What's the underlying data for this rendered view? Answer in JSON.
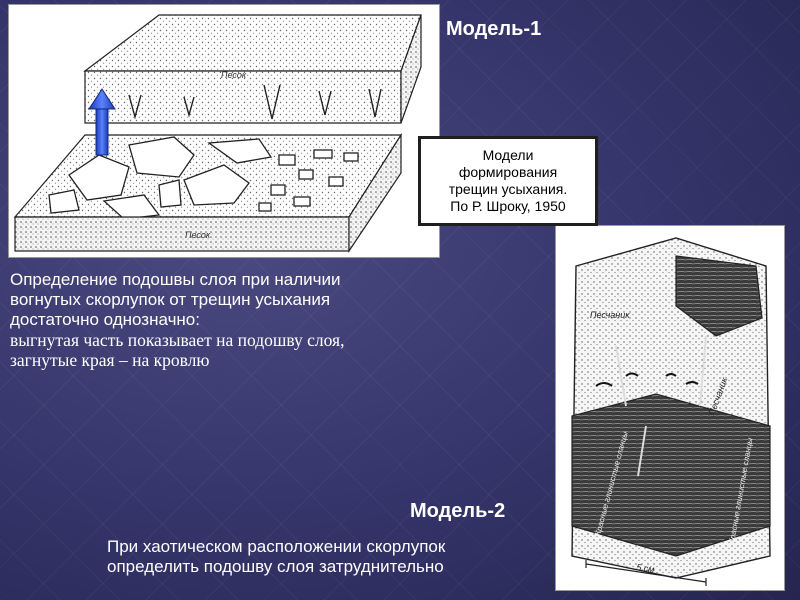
{
  "model1": {
    "title": "Модель-1",
    "labels": {
      "top_layer": "Песок",
      "bottom_layer": "Песок"
    }
  },
  "caption": {
    "lines": [
      "Модели",
      "формирования",
      "трещин усыхания.",
      "По Р. Шроку, 1950"
    ]
  },
  "model2": {
    "title": "Модель-2",
    "labels": {
      "sandstone_left": "Песчаник",
      "sandstone_right": "Песчаник",
      "shale_1": "Красные глинистые сланцы",
      "shale_2": "Красные глинистые сланцы",
      "scale": "5 см"
    }
  },
  "text1": {
    "lines": [
      "Определение подошвы слоя при наличии",
      "вогнутых скорлупок от трещин усыхания",
      "достаточно однозначно:",
      "выгнутая часть показывает на подошву слоя,",
      "загнутые края – на кровлю"
    ]
  },
  "text2": {
    "lines": [
      "При хаотическом расположении скорлупок",
      "определить подошву слоя затруднительно"
    ]
  },
  "colors": {
    "background": "#2f2f63",
    "arrow": "#2a4fd0",
    "text": "#ffffff"
  }
}
